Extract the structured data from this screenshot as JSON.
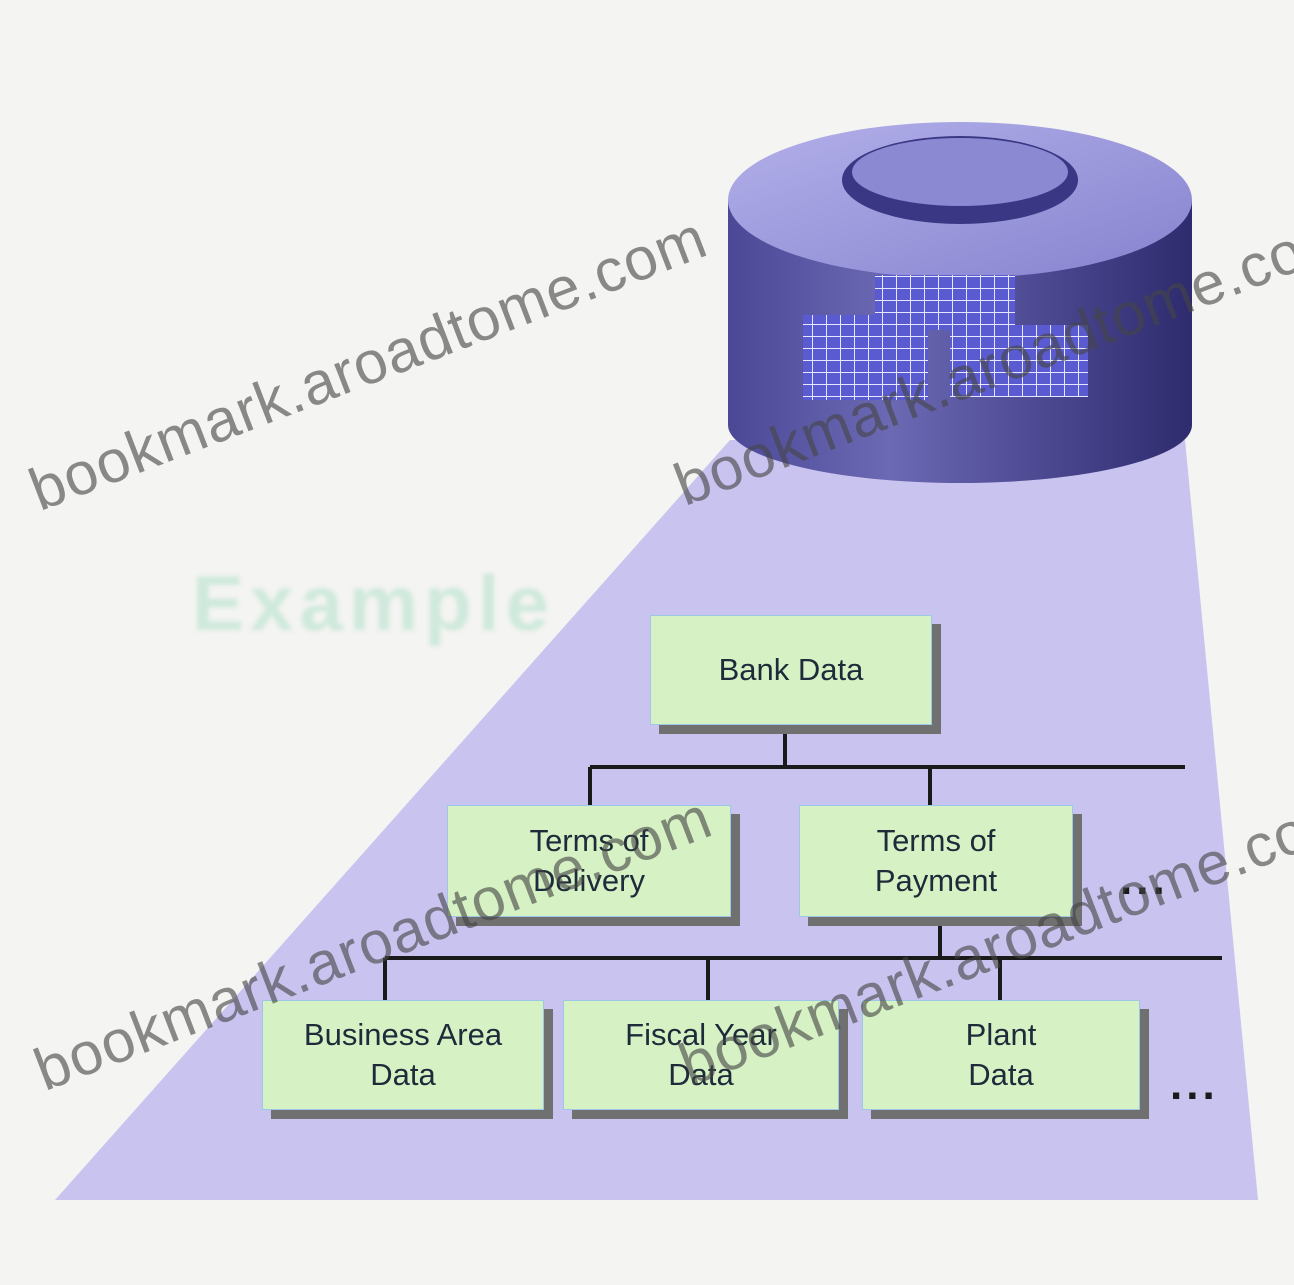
{
  "colors": {
    "beam": "#c9c3ef",
    "box_fill": "#d6f2c4",
    "box_border": "#9cc7e6",
    "cylinder_dark": "#3d3a86",
    "cylinder_top": "#9c99dc"
  },
  "diagram": {
    "heading": "Example",
    "root": {
      "label": "Bank Data"
    },
    "level2": [
      {
        "label": "Terms of\nDelivery"
      },
      {
        "label": "Terms of\nPayment"
      }
    ],
    "level2_more": "...",
    "level3": [
      {
        "label": "Business Area\nData"
      },
      {
        "label": "Fiscal Year\nData"
      },
      {
        "label": "Plant\nData"
      }
    ],
    "level3_more": "..."
  },
  "watermark": {
    "text": "bookmark.aroadtome.com"
  }
}
